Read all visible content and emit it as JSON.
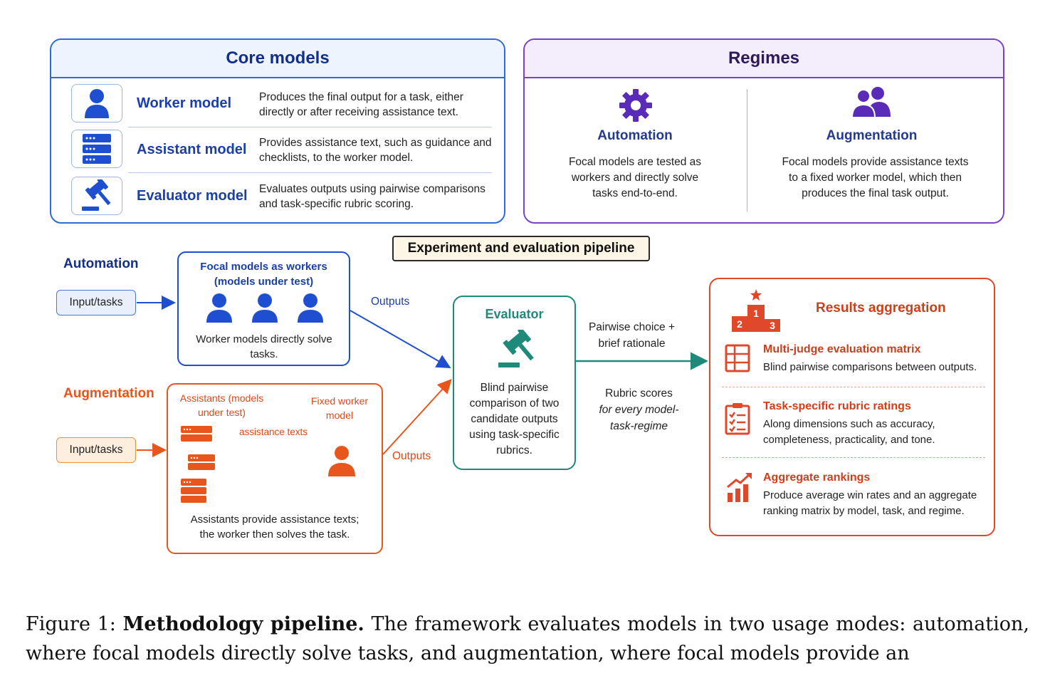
{
  "core_models": {
    "title": "Core models",
    "roles": [
      {
        "name": "Worker model",
        "icon": "person-icon",
        "description": "Produces the final output for a task, either directly or after receiving assistance text."
      },
      {
        "name": "Assistant model",
        "icon": "server-stack-icon",
        "description": "Provides assistance text, such as guidance and checklists, to the worker model."
      },
      {
        "name": "Evaluator model",
        "icon": "gavel-icon",
        "description": "Evaluates outputs using pairwise comparisons and task-specific rubric scoring."
      }
    ]
  },
  "regimes": {
    "title": "Regimes",
    "items": [
      {
        "name": "Automation",
        "icon": "gear-icon",
        "description": "Focal models are tested as workers and directly solve tasks end-to-end."
      },
      {
        "name": "Augmentation",
        "icon": "people-icon",
        "description": "Focal models provide assistance texts to a fixed worker model, which then produces the final task output."
      }
    ]
  },
  "pipeline": {
    "title": "Experiment and evaluation pipeline",
    "automation": {
      "label": "Automation",
      "input": "Input/tasks",
      "box_title": "Focal models as workers (models under test)",
      "box_text": "Worker models directly solve tasks.",
      "outputs": "Outputs"
    },
    "augmentation": {
      "label": "Augmentation",
      "input": "Input/tasks",
      "assistants_label": "Assistants (models under test)",
      "worker_label": "Fixed worker model",
      "assistance_label": "assistance texts",
      "box_text": "Assistants provide assistance texts; the worker then solves the task.",
      "outputs": "Outputs"
    },
    "evaluator": {
      "title": "Evaluator",
      "text": "Blind pairwise comparison of two candidate outputs using task-specific rubrics."
    },
    "pairwise_label": "Pairwise choice + brief rationale",
    "rubric_label": "Rubric scores",
    "rubric_label_italic": "for every model-task-regime",
    "results": {
      "title": "Results aggregation",
      "podium": [
        "2",
        "1",
        "3"
      ],
      "items": [
        {
          "title": "Multi-judge evaluation matrix",
          "icon": "matrix-icon",
          "text": "Blind pairwise comparisons between outputs."
        },
        {
          "title": "Task-specific rubric ratings",
          "icon": "checklist-icon",
          "text": "Along dimensions such as accuracy, completeness, practicality, and tone."
        },
        {
          "title": "Aggregate rankings",
          "icon": "trend-chart-icon",
          "text": "Produce average win rates and an aggregate ranking matrix by model, task, and regime."
        }
      ]
    }
  },
  "caption": {
    "prefix": "Figure 1: ",
    "bold": "Methodology pipeline.",
    "text": " The framework evaluates models in two usage modes: automation, where focal models directly solve tasks, and augmentation, where focal models provide an"
  },
  "colors": {
    "core_blue": "#2f6bd6",
    "regime_purple": "#7a42c7",
    "evaluator_teal": "#1d8a7a",
    "augmentation_orange": "#e8561e",
    "results_red": "#e0482a"
  }
}
